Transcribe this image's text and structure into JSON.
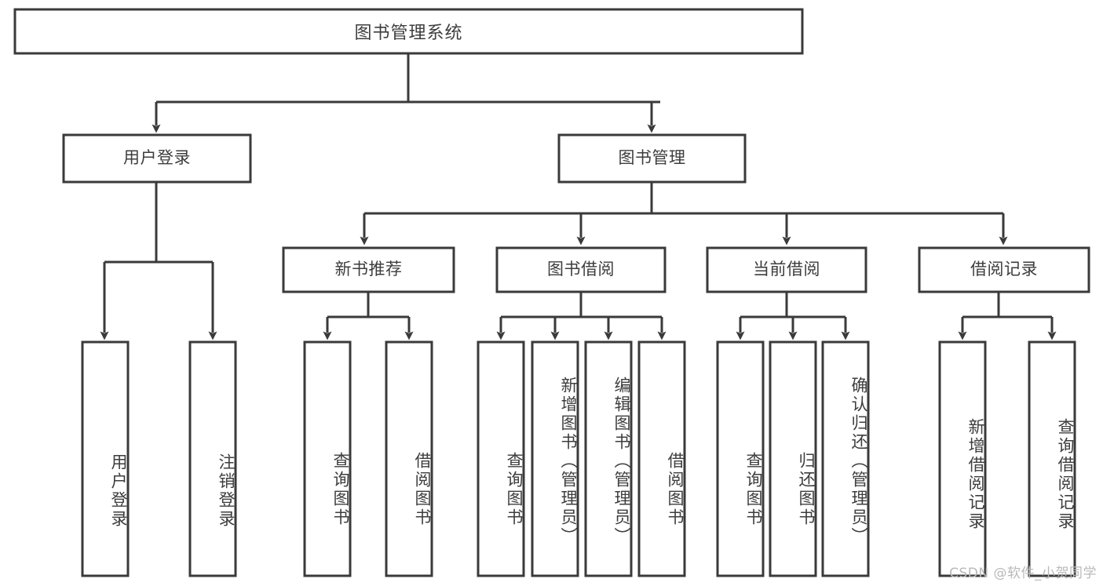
{
  "diagram": {
    "type": "tree",
    "title": "图书管理系统",
    "colors": {
      "stroke": "#3a3a3a",
      "box_fill": "#ffffff",
      "text": "#3d3d3d",
      "background": "#ffffff",
      "watermark": "#b9b9b9"
    },
    "root": {
      "id": "root",
      "label": "图书管理系统",
      "orientation": "horizontal"
    },
    "level2": [
      {
        "id": "user-login",
        "label": "用户登录",
        "orientation": "horizontal"
      },
      {
        "id": "book-manage",
        "label": "图书管理",
        "orientation": "horizontal"
      }
    ],
    "level3": [
      {
        "id": "new-book-recommend",
        "label": "新书推荐",
        "orientation": "horizontal",
        "parent": "book-manage"
      },
      {
        "id": "book-borrow",
        "label": "图书借阅",
        "orientation": "horizontal",
        "parent": "book-manage"
      },
      {
        "id": "current-borrow",
        "label": "当前借阅",
        "orientation": "horizontal",
        "parent": "book-manage"
      },
      {
        "id": "borrow-record",
        "label": "借阅记录",
        "orientation": "horizontal",
        "parent": "book-manage"
      }
    ],
    "leaves": {
      "user_login": [
        {
          "id": "leaf-user-login",
          "label": "用户登录"
        },
        {
          "id": "leaf-user-logout",
          "label": "注销登录"
        }
      ],
      "new_book_recommend": [
        {
          "id": "leaf-query-book-1",
          "label": "查询图书"
        },
        {
          "id": "leaf-borrow-book-1",
          "label": "借阅图书"
        }
      ],
      "book_borrow": [
        {
          "id": "leaf-query-book-2",
          "label": "查询图书"
        },
        {
          "id": "leaf-add-book",
          "label": "新增图书（管理员）"
        },
        {
          "id": "leaf-edit-book",
          "label": "编辑图书（管理员）"
        },
        {
          "id": "leaf-borrow-book-2",
          "label": "借阅图书"
        }
      ],
      "current_borrow": [
        {
          "id": "leaf-query-book-3",
          "label": "查询图书"
        },
        {
          "id": "leaf-return-book",
          "label": "归还图书"
        },
        {
          "id": "leaf-confirm-return",
          "label": "确认归还（管理员）"
        }
      ],
      "borrow_record": [
        {
          "id": "leaf-add-record",
          "label": "新增借阅记录"
        },
        {
          "id": "leaf-query-record",
          "label": "查询借阅记录"
        }
      ]
    }
  },
  "watermark": {
    "text": "CSDN @软件_小贺同学"
  }
}
